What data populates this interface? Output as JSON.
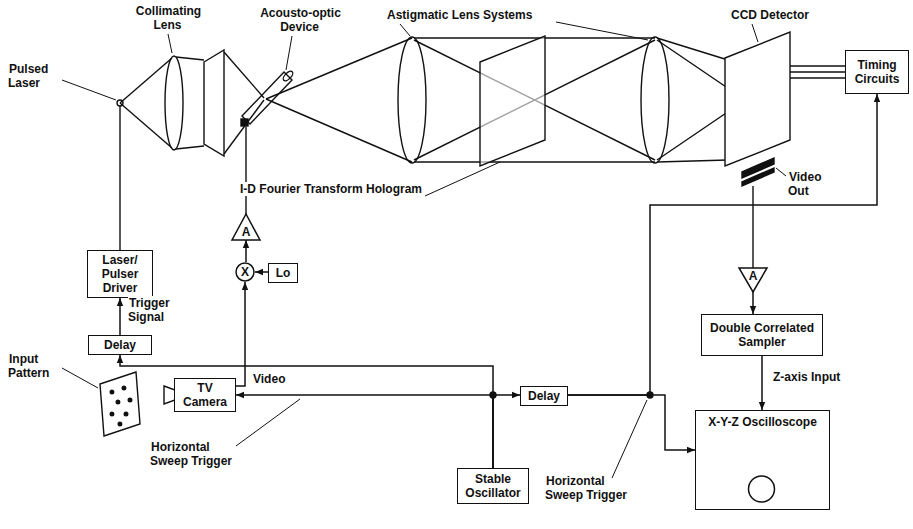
{
  "diagram": {
    "nodes": [
      {
        "text": [
          "Timing Circuits"
        ]
      },
      {
        "text": [
          "Laser/ Pulser Driver"
        ]
      },
      {
        "text": [
          "A"
        ]
      },
      {
        "text": [
          "X"
        ]
      },
      {
        "text": [
          "Lo"
        ]
      },
      {
        "text": [
          "Delay"
        ]
      },
      {
        "text": [
          "A"
        ]
      },
      {
        "text": [
          "Double Correlated Sampler"
        ]
      },
      {
        "text": [
          "TV Camera"
        ]
      },
      {
        "text": [
          "Stable Oscillator"
        ]
      },
      {
        "text": [
          "Delay"
        ]
      },
      {
        "text": [
          "X-Y-Z Oscilloscope"
        ]
      }
    ],
    "edges": [
      {
        "from": 5,
        "to": 1,
        "arrow": "to"
      },
      {
        "from": 9,
        "to": 5,
        "arrow": "to"
      },
      {
        "from": 9,
        "to": 8,
        "arrow": "to"
      },
      {
        "from": 9,
        "to": 10,
        "arrow": "to"
      },
      {
        "from": 10,
        "to": 11,
        "arrow": "to"
      },
      {
        "from": 10,
        "to": 0,
        "arrow": "to"
      },
      {
        "from": 8,
        "to": 3,
        "arrow": "to"
      },
      {
        "from": 4,
        "to": 3,
        "arrow": "to"
      },
      {
        "from": 3,
        "to": 2,
        "arrow": "to"
      },
      {
        "from": 6,
        "to": 7,
        "arrow": "to"
      },
      {
        "from": 7,
        "to": 11,
        "arrow": "to"
      }
    ],
    "labels": [
      "Pulsed Laser",
      "Collimating Lens",
      "Acousto-optic Device",
      "Astigmatic Lens Systems",
      "CCD Detector",
      "I-D Fourier Transform Hologram",
      "Video Out",
      "Trigger Signal",
      "Input Pattern",
      "Video",
      "Horizontal Sweep Trigger",
      "Horizontal Sweep Trigger",
      "Z-axis Input"
    ]
  }
}
